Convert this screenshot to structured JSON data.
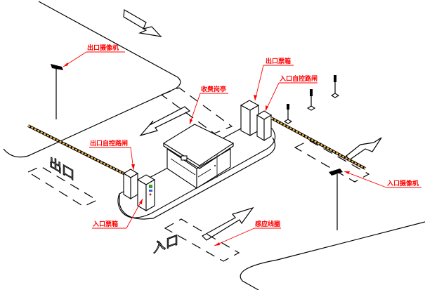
{
  "diagram": {
    "title": "停车场收费系统示意图",
    "labels": {
      "exit_camera": "出口摄像机",
      "exit_ticket_box": "出口票箱",
      "entry_barrier": "入口自控路闸",
      "toll_booth": "收费岗亭",
      "exit_barrier": "出口自控路闸",
      "entry_ticket_box": "入口票箱",
      "induction_loop": "感应线圈",
      "entry_camera": "入口摄像机"
    },
    "road_markings": {
      "exit": "出口",
      "entry": "入口"
    },
    "colors": {
      "label": "#ff0000",
      "barrier_stripe": "#f2b84b",
      "line": "#000000",
      "panel_green": "#2e9e3e"
    }
  }
}
